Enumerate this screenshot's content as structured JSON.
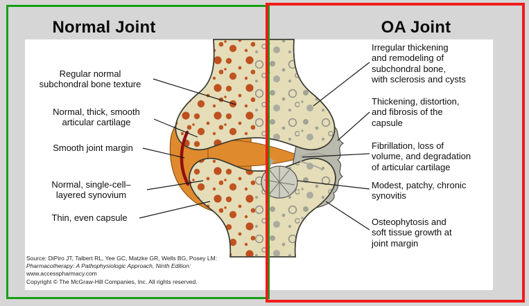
{
  "panels": {
    "normal": {
      "title": "Normal Joint",
      "frame_color": "#14a014"
    },
    "oa": {
      "title": "OA Joint",
      "frame_color": "#ee1c1c"
    }
  },
  "labels": {
    "left": [
      {
        "text": "Regular normal\nsubchondral bone texture"
      },
      {
        "text": "Normal, thick, smooth\narticular cartilage"
      },
      {
        "text": "Smooth joint margin"
      },
      {
        "text": "Normal, single-cell–\nlayered synovium"
      },
      {
        "text": "Thin, even capsule"
      }
    ],
    "right": [
      {
        "text": "Irregular thickening\nand remodeling of\nsubchondral bone,\nwith sclerosis and cysts"
      },
      {
        "text": "Thickening, distortion,\nand fibrosis of the\ncapsule"
      },
      {
        "text": "Fibrillation, loss of\nvolume, and degradation\nof articular cartilage"
      },
      {
        "text": "Modest, patchy, chronic\nsynovitis"
      },
      {
        "text": "Osteophytosis and\nsoft tissue growth at\njoint margin"
      }
    ]
  },
  "source": {
    "line1": "Source: DiPiro JT, Talbert RL, Yee GC, Matzke GR, Wells BG, Posey LM:",
    "line2": "Pharmacotherapy: A Pathophysiologic Approach, Ninth Edition:",
    "line3": "www.accesspharmacy.com",
    "line4": "Copyright © The McGraw-Hill Companies, Inc. All rights reserved."
  },
  "colors": {
    "background": "#d6d6d6",
    "panel": "#ffffff",
    "bone_fill": "#e4ddb8",
    "bone_speckle_orange": "#c05420",
    "bone_speckle_gray": "#a2a296",
    "synovium_orange": "#e08a2e",
    "joint_margin_red": "#8f1010",
    "oa_capsule_gray": "#b9b9ae",
    "frame_green": "#14a014",
    "frame_red": "#ee1c1c"
  }
}
